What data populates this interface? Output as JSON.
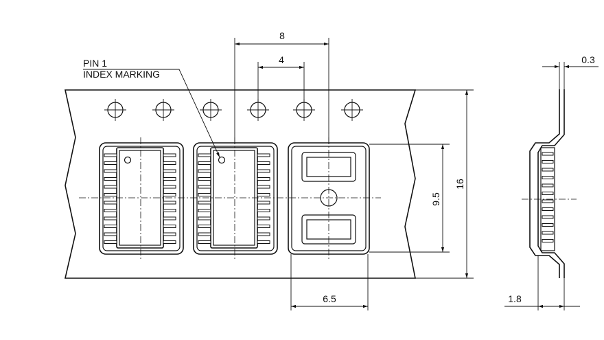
{
  "labels": {
    "pin1_line1": "PIN 1",
    "pin1_line2": "INDEX MARKING"
  },
  "dimensions": {
    "pitch": "8",
    "hole_pitch": "4",
    "tape_width": "16",
    "pocket_height": "9.5",
    "pocket_width": "6.5",
    "thickness": "0.3",
    "depth": "1.8"
  },
  "colors": {
    "line": "#111111",
    "background": "#ffffff"
  }
}
